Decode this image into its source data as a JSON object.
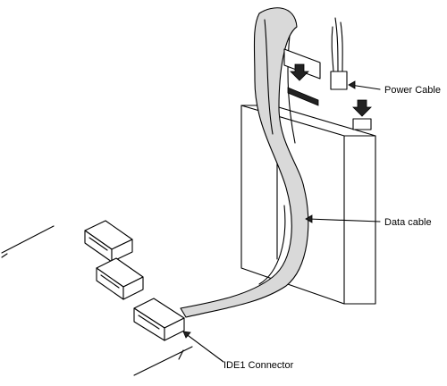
{
  "labels": {
    "power_cable": "Power Cable",
    "data_cable": "Data cable",
    "ide1_connector": "IDE1 Connector"
  },
  "colors": {
    "line": "#000000",
    "background": "#ffffff",
    "shade": "#d9d9d9"
  }
}
